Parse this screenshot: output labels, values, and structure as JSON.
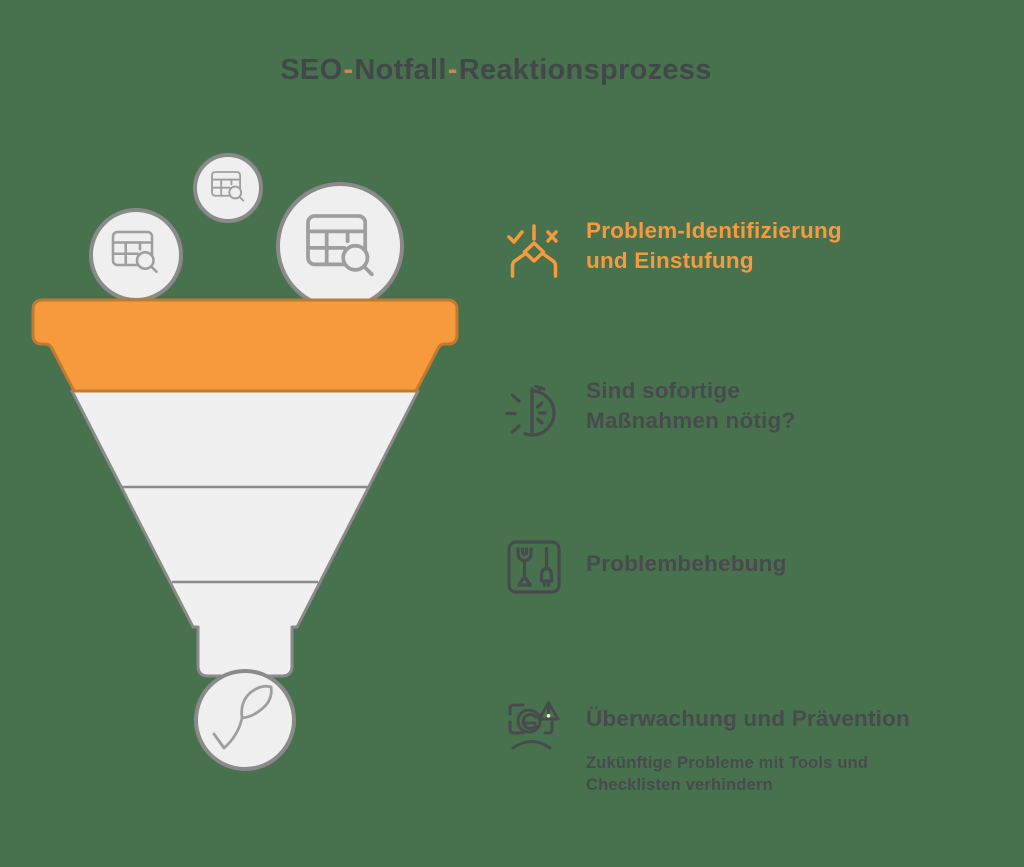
{
  "background_color": "#48714E",
  "accent_orange": "#F79A3E",
  "accent_orange_border": "#C07B30",
  "text_dark": "#474B4D",
  "funnel_fill_light": "#F0F0F0",
  "funnel_border_gray": "#8A8A8A",
  "title": {
    "part1": "SEO",
    "separator": "-",
    "part2": "Notfall",
    "part3": "Reaktionsprozess"
  },
  "funnel": {
    "stages": [
      {
        "name": "stage-identification",
        "color": "#F79A3E"
      },
      {
        "name": "stage-2",
        "color": "#F0F0F0"
      },
      {
        "name": "stage-3",
        "color": "#F0F0F0"
      },
      {
        "name": "stage-4",
        "color": "#F0F0F0"
      }
    ],
    "top_icons": [
      "table-search-icon",
      "table-search-icon",
      "table-search-icon"
    ],
    "bottom_icon": "leaf-sprout-icon"
  },
  "steps": [
    {
      "icon": "decision-check-x-icon",
      "color": "#F79A3E",
      "title_lines": [
        "Problem-Identifizierung",
        "und Einstufung"
      ]
    },
    {
      "icon": "urgency-timer-icon",
      "color": "#474B4D",
      "title_lines": [
        "Sind sofortige",
        "Maßnahmen nötig?"
      ]
    },
    {
      "icon": "toolbox-icon",
      "color": "#474B4D",
      "title_lines": [
        "Problembehebung"
      ]
    },
    {
      "icon": "monitoring-alert-icon",
      "color": "#474B4D",
      "title_lines": [
        "Überwachung und Prävention"
      ],
      "subtitle_lines": [
        "Zukünftige Probleme mit Tools und",
        "Checklisten verhindern"
      ]
    }
  ]
}
